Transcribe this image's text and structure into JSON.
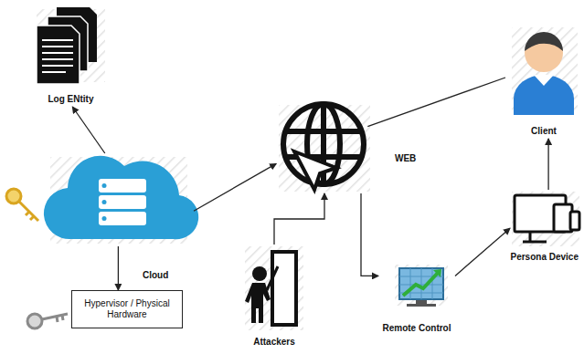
{
  "diagram": {
    "nodes": [
      {
        "text": [
          "Log ENtity"
        ]
      },
      {
        "text": [
          "Cloud"
        ]
      },
      {
        "text": [
          "Hypervisor / Physical Hardware"
        ]
      },
      {
        "text": [
          "WEB"
        ]
      },
      {
        "text": [
          "Client"
        ]
      },
      {
        "text": [
          "Persona Device"
        ]
      },
      {
        "text": [
          "Remote Control"
        ]
      },
      {
        "text": [
          "Attackers"
        ]
      }
    ],
    "edges": [
      {
        "from": 1,
        "to": 0,
        "arrow": "to"
      },
      {
        "from": 1,
        "to": 2,
        "arrow": "to"
      },
      {
        "from": 1,
        "to": 3,
        "arrow": "to"
      },
      {
        "from": 3,
        "to": 4,
        "arrow": "none"
      },
      {
        "from": 7,
        "to": 3,
        "arrow": "to"
      },
      {
        "from": 3,
        "to": 6,
        "arrow": "to"
      },
      {
        "from": 6,
        "to": 5,
        "arrow": "to"
      },
      {
        "from": 5,
        "to": 4,
        "arrow": "to"
      }
    ]
  }
}
